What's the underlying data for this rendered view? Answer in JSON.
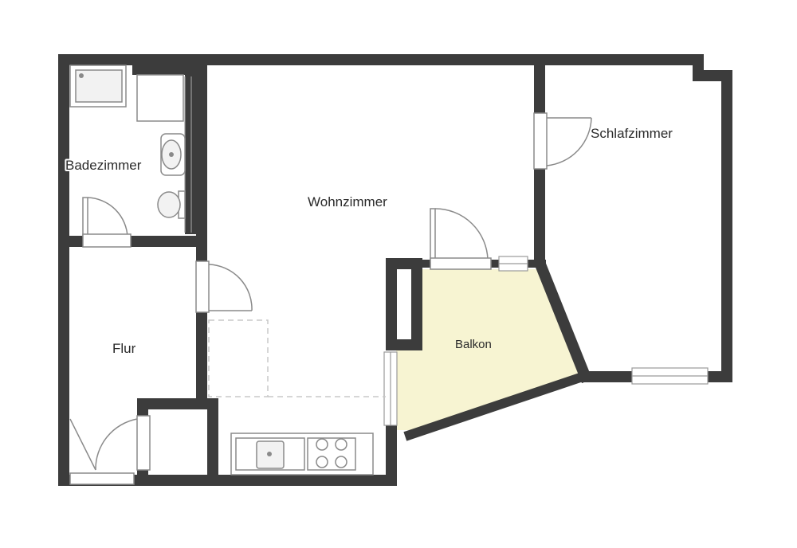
{
  "plan": {
    "rooms": {
      "bathroom": "Badezimmer",
      "living": "Wohnzimmer",
      "bedroom": "Schlafzimmer",
      "hallway": "Flur",
      "balcony": "Balkon"
    },
    "colors": {
      "wall": "#3c3c3c",
      "balcony_fill": "#f7f4d2",
      "fixture_stroke": "#8a8a8a"
    }
  }
}
